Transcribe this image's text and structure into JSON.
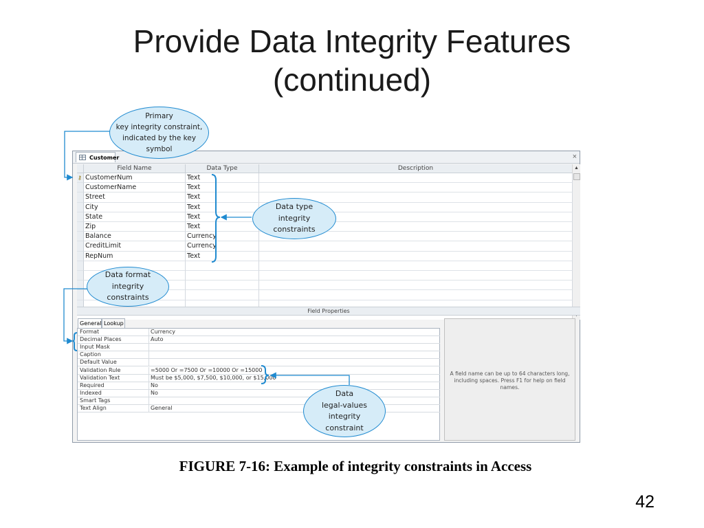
{
  "slide": {
    "title_line1": "Provide Data Integrity Features",
    "title_line2": "(continued)",
    "caption": "FIGURE 7-16: Example of integrity constraints in Access",
    "page_number": "42"
  },
  "window": {
    "tab_label": "Customer",
    "close_glyph": "×"
  },
  "grid": {
    "columns": [
      "Field Name",
      "Data Type",
      "Description"
    ],
    "rows": [
      {
        "field": "CustomerNum",
        "type": "Text"
      },
      {
        "field": "CustomerName",
        "type": "Text"
      },
      {
        "field": "Street",
        "type": "Text"
      },
      {
        "field": "City",
        "type": "Text"
      },
      {
        "field": "State",
        "type": "Text"
      },
      {
        "field": "Zip",
        "type": "Text"
      },
      {
        "field": "Balance",
        "type": "Currency"
      },
      {
        "field": "CreditLimit",
        "type": "Currency"
      },
      {
        "field": "RepNum",
        "type": "Text"
      }
    ],
    "primary_key_icon": "key-icon"
  },
  "field_properties": {
    "bar_label": "Field Properties",
    "tabs": [
      "General",
      "Lookup"
    ],
    "rows": [
      {
        "name": "Format",
        "value": "Currency"
      },
      {
        "name": "Decimal Places",
        "value": "Auto"
      },
      {
        "name": "Input Mask",
        "value": ""
      },
      {
        "name": "Caption",
        "value": ""
      },
      {
        "name": "Default Value",
        "value": ""
      },
      {
        "name": "Validation Rule",
        "value": "=5000 Or =7500 Or =10000 Or =15000"
      },
      {
        "name": "Validation Text",
        "value": "Must be $5,000, $7,500, $10,000, or $15,000"
      },
      {
        "name": "Required",
        "value": "No"
      },
      {
        "name": "Indexed",
        "value": "No"
      },
      {
        "name": "Smart Tags",
        "value": ""
      },
      {
        "name": "Text Align",
        "value": "General"
      }
    ],
    "help_text": "A field name can be up to 64 characters long, including spaces. Press F1 for help on field names."
  },
  "callouts": {
    "primary_key": "Primary\nkey integrity constraint,\nindicated by the key\nsymbol",
    "data_type": "Data type\nintegrity\nconstraints",
    "data_format": "Data format\nintegrity\nconstraints",
    "legal_values": "Data\nlegal-values\nintegrity\nconstraint"
  },
  "colors": {
    "callout_fill": "#d6ecf8",
    "callout_border": "#1f8ad0"
  }
}
